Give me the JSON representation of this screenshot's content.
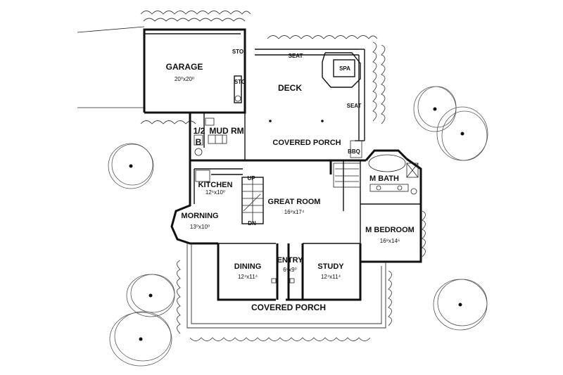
{
  "rooms": {
    "garage": {
      "name": "GARAGE",
      "dims": "20⁰x20⁰"
    },
    "deck": {
      "name": "DECK"
    },
    "covered_porch_rear": {
      "name": "COVERED PORCH"
    },
    "mud_room": {
      "name": "MUD RM"
    },
    "half_bath": {
      "name": "1/2",
      "sub": "B"
    },
    "kitchen": {
      "name": "KITCHEN",
      "dims": "12⁶x10⁰"
    },
    "morning": {
      "name": "MORNING",
      "dims": "13⁰x10⁰"
    },
    "great_room": {
      "name": "GREAT ROOM",
      "dims": "16⁸x17⁴"
    },
    "master_bath": {
      "name": "M BATH"
    },
    "master_bedroom": {
      "name": "M BEDROOM",
      "dims": "16⁸x14⁶"
    },
    "dining": {
      "name": "DINING",
      "dims": "12⁴x11⁴"
    },
    "entry": {
      "name": "ENTRY",
      "dims": "6⁸x9⁰"
    },
    "study": {
      "name": "STUDY",
      "dims": "12⁴x11⁴"
    },
    "covered_porch_front": {
      "name": "COVERED PORCH"
    }
  },
  "fixtures": {
    "sto_top": "STO",
    "sto_mid": "STO",
    "seat_top": "SEAT",
    "seat_right": "SEAT",
    "spa": "SPA",
    "bbq": "BBQ",
    "stair_up": "UP",
    "stair_dn": "DN"
  }
}
